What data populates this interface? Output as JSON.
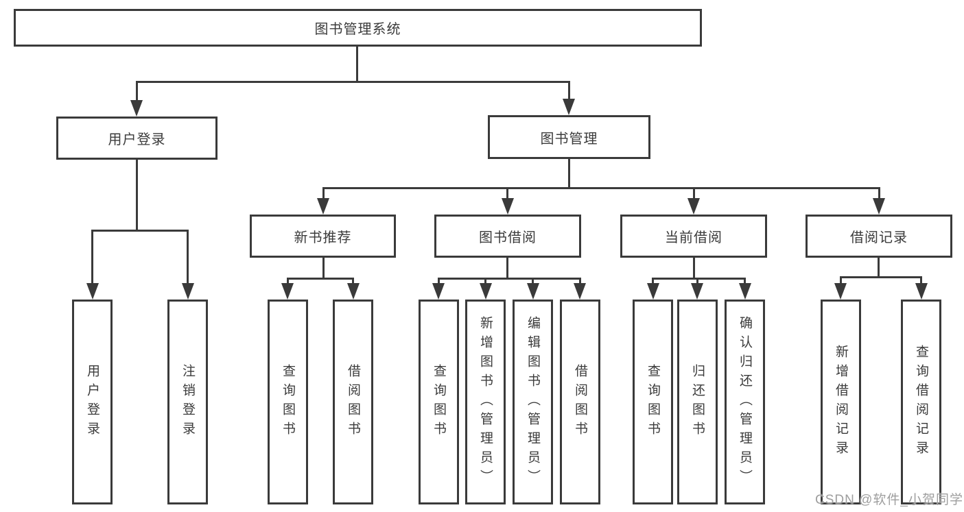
{
  "nodes": {
    "root": "图书管理系统",
    "level2": [
      "用户登录",
      "图书管理"
    ],
    "level3": [
      "新书推荐",
      "图书借阅",
      "当前借阅",
      "借阅记录"
    ],
    "leaves": {
      "user_login": [
        "用户登录",
        "注销登录"
      ],
      "new_book_recommend": [
        "查询图书",
        "借阅图书"
      ],
      "book_borrow": [
        "查询图书",
        "新增图书（管理员）",
        "编辑图书（管理员）",
        "借阅图书"
      ],
      "current_borrow": [
        "查询图书",
        "归还图书",
        "确认归还（管理员）"
      ],
      "borrow_record": [
        "新增借阅记录",
        "查询借阅记录"
      ]
    }
  },
  "watermark": "CSDN @软件_小贺同学",
  "colors": {
    "line": "#3a3a3a",
    "text": "#3b3b3b",
    "watermark": "#9e9e9e",
    "background": "#ffffff"
  }
}
